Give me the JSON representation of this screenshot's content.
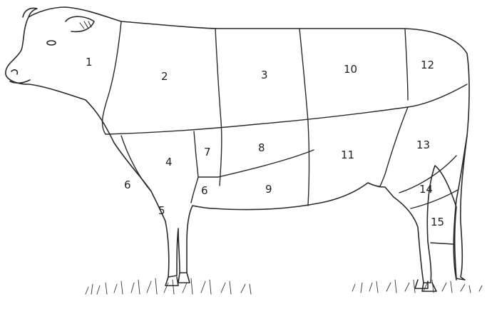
{
  "diagram": {
    "cuts": [
      {
        "id": "1",
        "label": "1"
      },
      {
        "id": "2",
        "label": "2"
      },
      {
        "id": "3",
        "label": "3"
      },
      {
        "id": "10",
        "label": "10"
      },
      {
        "id": "12",
        "label": "12"
      },
      {
        "id": "4",
        "label": "4"
      },
      {
        "id": "7",
        "label": "7"
      },
      {
        "id": "8",
        "label": "8"
      },
      {
        "id": "11",
        "label": "11"
      },
      {
        "id": "13",
        "label": "13"
      },
      {
        "id": "6a",
        "label": "6"
      },
      {
        "id": "6b",
        "label": "6"
      },
      {
        "id": "9",
        "label": "9"
      },
      {
        "id": "14",
        "label": "14"
      },
      {
        "id": "5",
        "label": "5"
      },
      {
        "id": "15",
        "label": "15"
      }
    ]
  }
}
